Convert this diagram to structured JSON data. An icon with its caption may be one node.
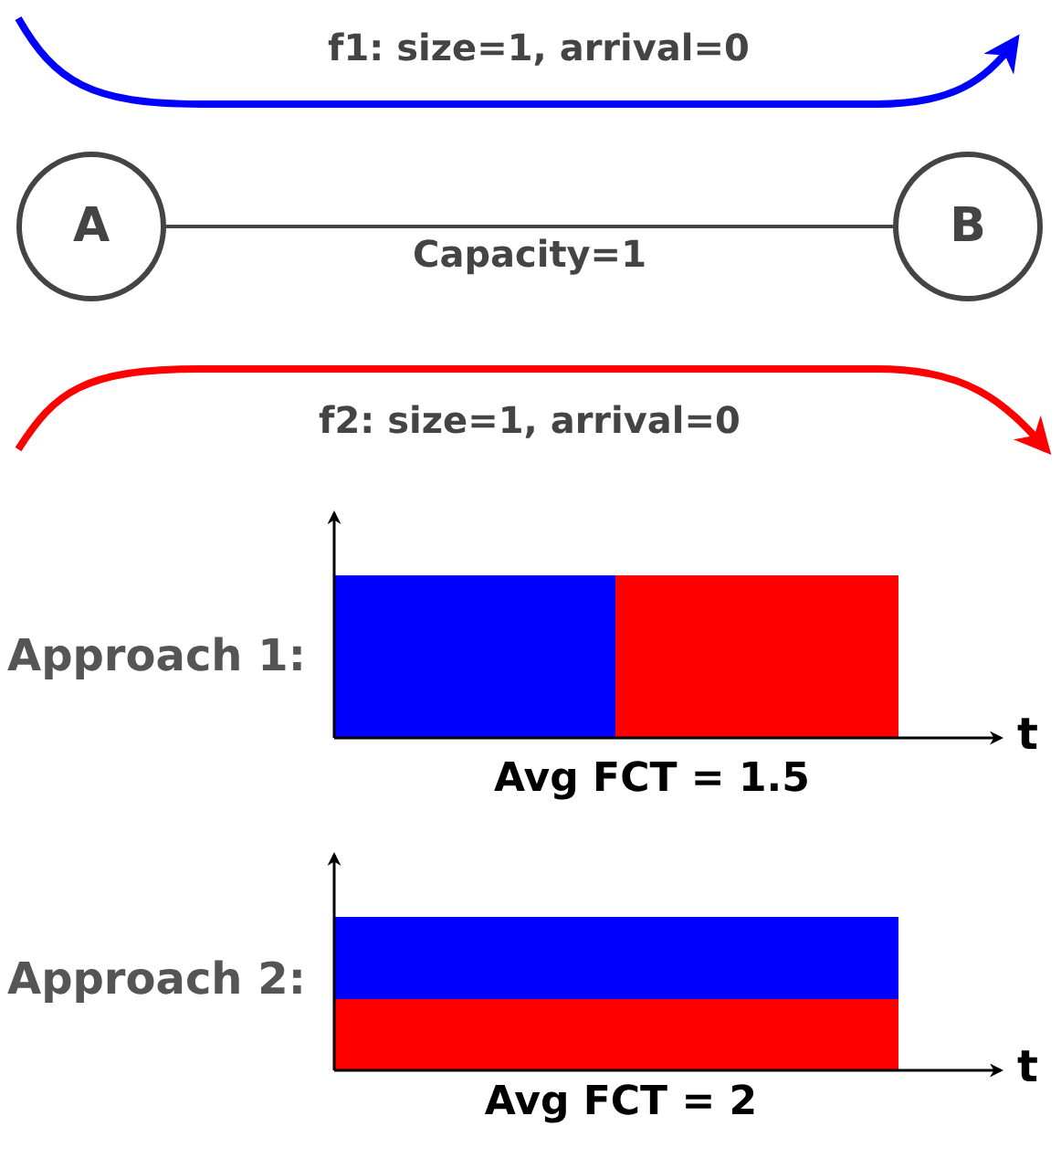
{
  "diagram": {
    "nodes": [
      {
        "text": [
          "A"
        ]
      },
      {
        "text": [
          "B"
        ]
      }
    ],
    "edges": [
      {
        "from": 0,
        "to": 1,
        "arrow": "none",
        "label": "Capacity=1"
      }
    ],
    "labels": [
      "f1: size=1, arrival=0",
      "f2: size=1, arrival=0",
      "Approach 1:",
      "t",
      "Avg FCT = 1.5",
      "Approach 2:",
      "t",
      "Avg FCT = 2"
    ]
  }
}
